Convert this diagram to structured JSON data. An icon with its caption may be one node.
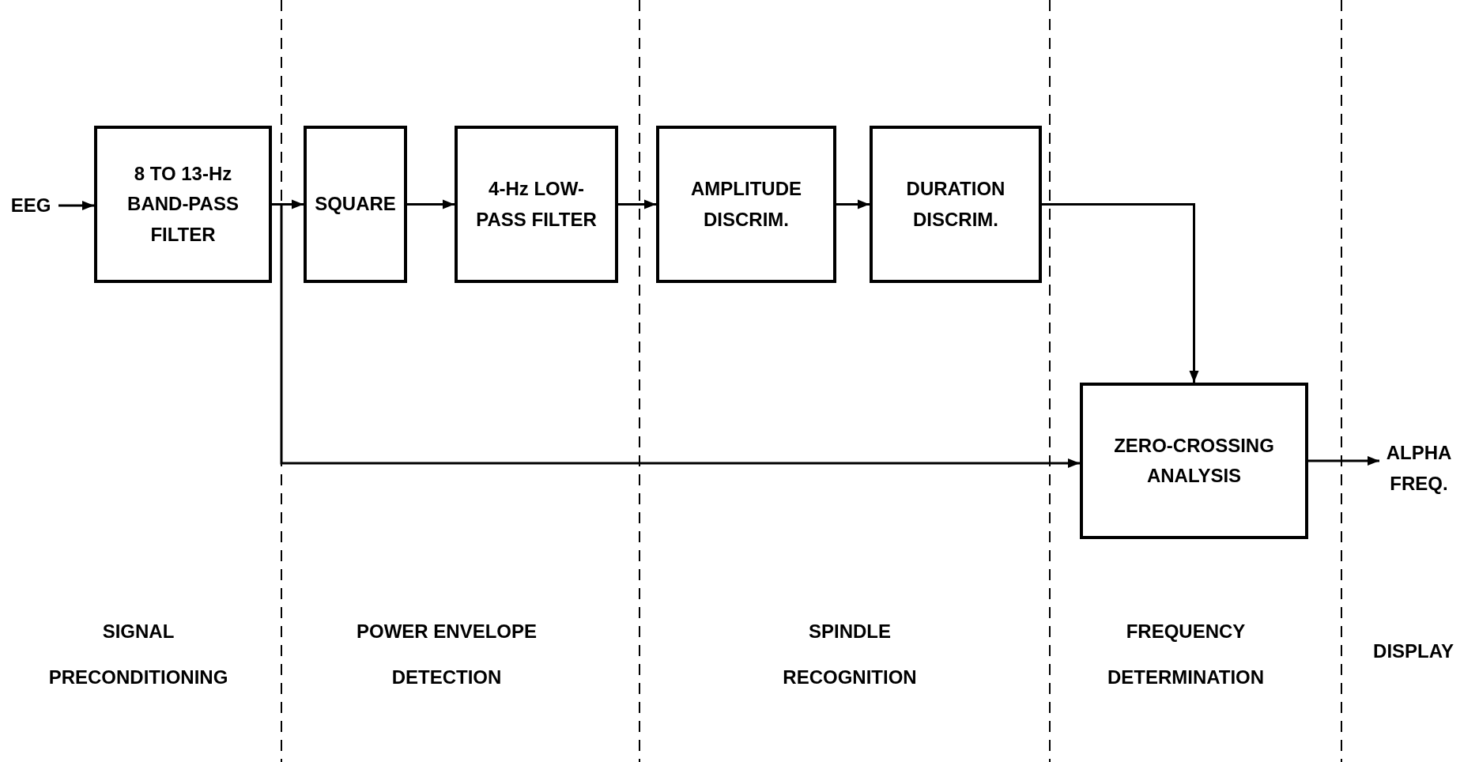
{
  "diagram": {
    "nodes": [
      {
        "text": [
          "EEG"
        ]
      },
      {
        "text": [
          "8 TO 13-Hz BAND-PASS FILTER"
        ]
      },
      {
        "text": [
          "SQUARE"
        ]
      },
      {
        "text": [
          "4-Hz LOW-PASS FILTER"
        ]
      },
      {
        "text": [
          "AMPLITUDE DISCRIM."
        ]
      },
      {
        "text": [
          "DURATION DISCRIM."
        ]
      },
      {
        "text": [
          "ZERO-CROSSING ANALYSIS"
        ]
      },
      {
        "text": [
          "ALPHA FREQ."
        ]
      }
    ],
    "edges": [
      {
        "from": 0,
        "to": 1,
        "arrow": "to"
      },
      {
        "from": 1,
        "to": 2,
        "arrow": "to"
      },
      {
        "from": 2,
        "to": 3,
        "arrow": "to"
      },
      {
        "from": 3,
        "to": 4,
        "arrow": "to"
      },
      {
        "from": 4,
        "to": 5,
        "arrow": "to"
      },
      {
        "from": 5,
        "to": 6,
        "arrow": "to"
      },
      {
        "from": 1,
        "to": 6,
        "arrow": "to"
      },
      {
        "from": 6,
        "to": 7,
        "arrow": "to"
      }
    ],
    "labels": [
      "SIGNAL PRECONDITIONING",
      "POWER ENVELOPE DETECTION",
      "SPINDLE RECOGNITION",
      "FREQUENCY DETERMINATION",
      "DISPLAY"
    ]
  }
}
